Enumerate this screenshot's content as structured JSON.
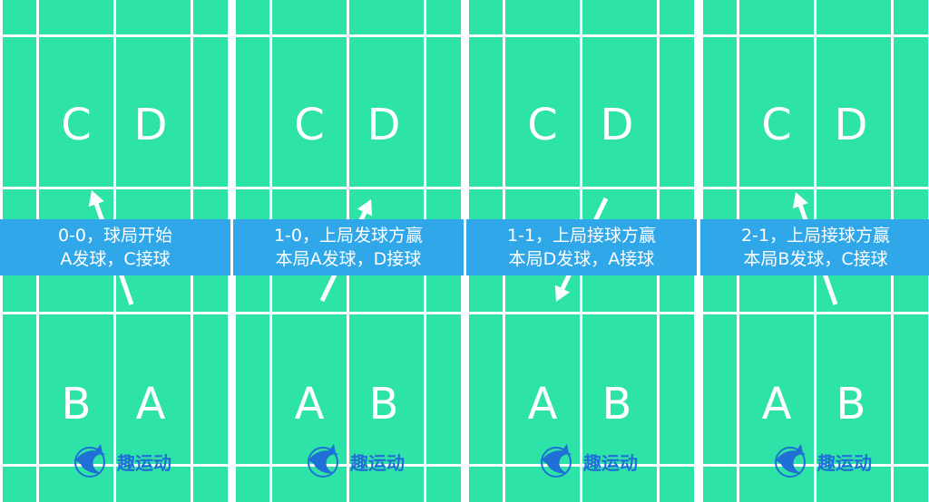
{
  "colors": {
    "court": "#2ee3a7",
    "line": "#ffffff",
    "banner": "#2fa7e8",
    "logo": "#1f6fd6"
  },
  "courts": [
    {
      "top_players": [
        "C",
        "D"
      ],
      "bottom_players": [
        "B",
        "A"
      ],
      "line1": "0-0，球局开始",
      "line2": "A发球，C接球",
      "arrow": "up",
      "logo_text": "趣运动"
    },
    {
      "top_players": [
        "C",
        "D"
      ],
      "bottom_players": [
        "A",
        "B"
      ],
      "line1": "1-0，上局发球方赢",
      "line2": "本局A发球，D接球",
      "arrow": "up-right",
      "logo_text": "趣运动"
    },
    {
      "top_players": [
        "C",
        "D"
      ],
      "bottom_players": [
        "A",
        "B"
      ],
      "line1": "1-1，上局接球方赢",
      "line2": "本局D发球，A接球",
      "arrow": "down-left",
      "logo_text": "趣运动"
    },
    {
      "top_players": [
        "C",
        "D"
      ],
      "bottom_players": [
        "A",
        "B"
      ],
      "line1": "2-1，上局接球方赢",
      "line2": "本局B发球，C接球",
      "arrow": "up",
      "logo_text": "趣运动"
    }
  ]
}
